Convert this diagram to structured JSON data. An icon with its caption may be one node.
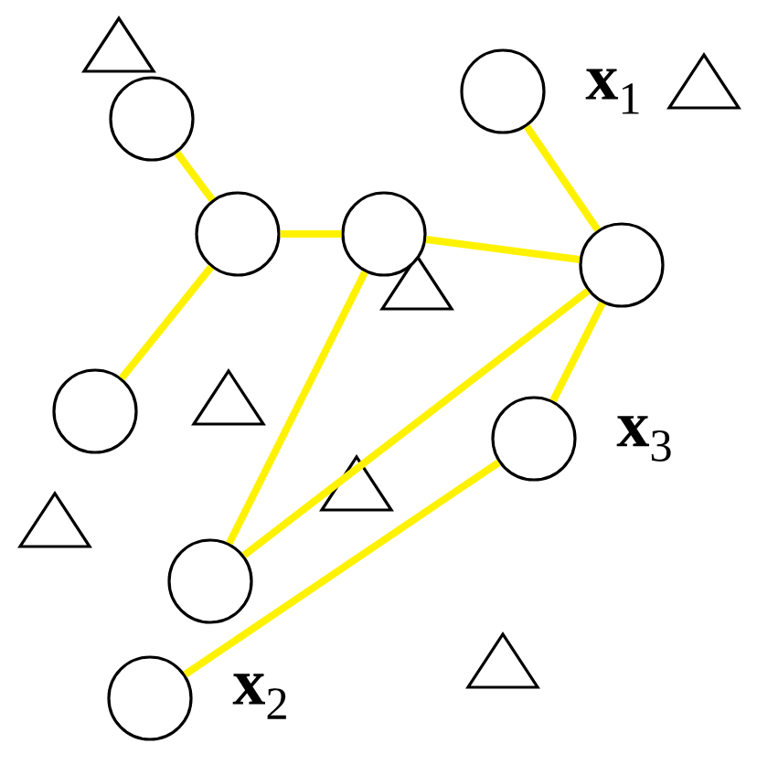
{
  "diagram": {
    "nodes": [
      {
        "text": [],
        "shape": "circle"
      },
      {
        "text": [],
        "shape": "circle"
      },
      {
        "text": [],
        "shape": "circle"
      },
      {
        "text": [],
        "shape": "circle"
      },
      {
        "text": [],
        "shape": "circle",
        "beside": [
          "**x**$_{1}$"
        ]
      },
      {
        "text": [],
        "shape": "circle"
      },
      {
        "text": [],
        "shape": "circle",
        "beside": [
          "**x**$_{3}$"
        ]
      },
      {
        "text": [],
        "shape": "circle"
      },
      {
        "text": [],
        "shape": "circle",
        "beside": [
          "**x**$_{2}$"
        ]
      }
    ],
    "edges": [
      {
        "from": 0,
        "to": 1,
        "arrow": "none"
      },
      {
        "from": 1,
        "to": 2,
        "arrow": "none"
      },
      {
        "from": 2,
        "to": 3,
        "arrow": "none"
      },
      {
        "from": 1,
        "to": 5,
        "arrow": "none"
      },
      {
        "from": 4,
        "to": 3,
        "arrow": "none"
      },
      {
        "from": 2,
        "to": 7,
        "arrow": "none"
      },
      {
        "from": 3,
        "to": 7,
        "arrow": "none"
      },
      {
        "from": 3,
        "to": 6,
        "arrow": "none"
      },
      {
        "from": 6,
        "to": 8,
        "arrow": "none"
      }
    ]
  }
}
